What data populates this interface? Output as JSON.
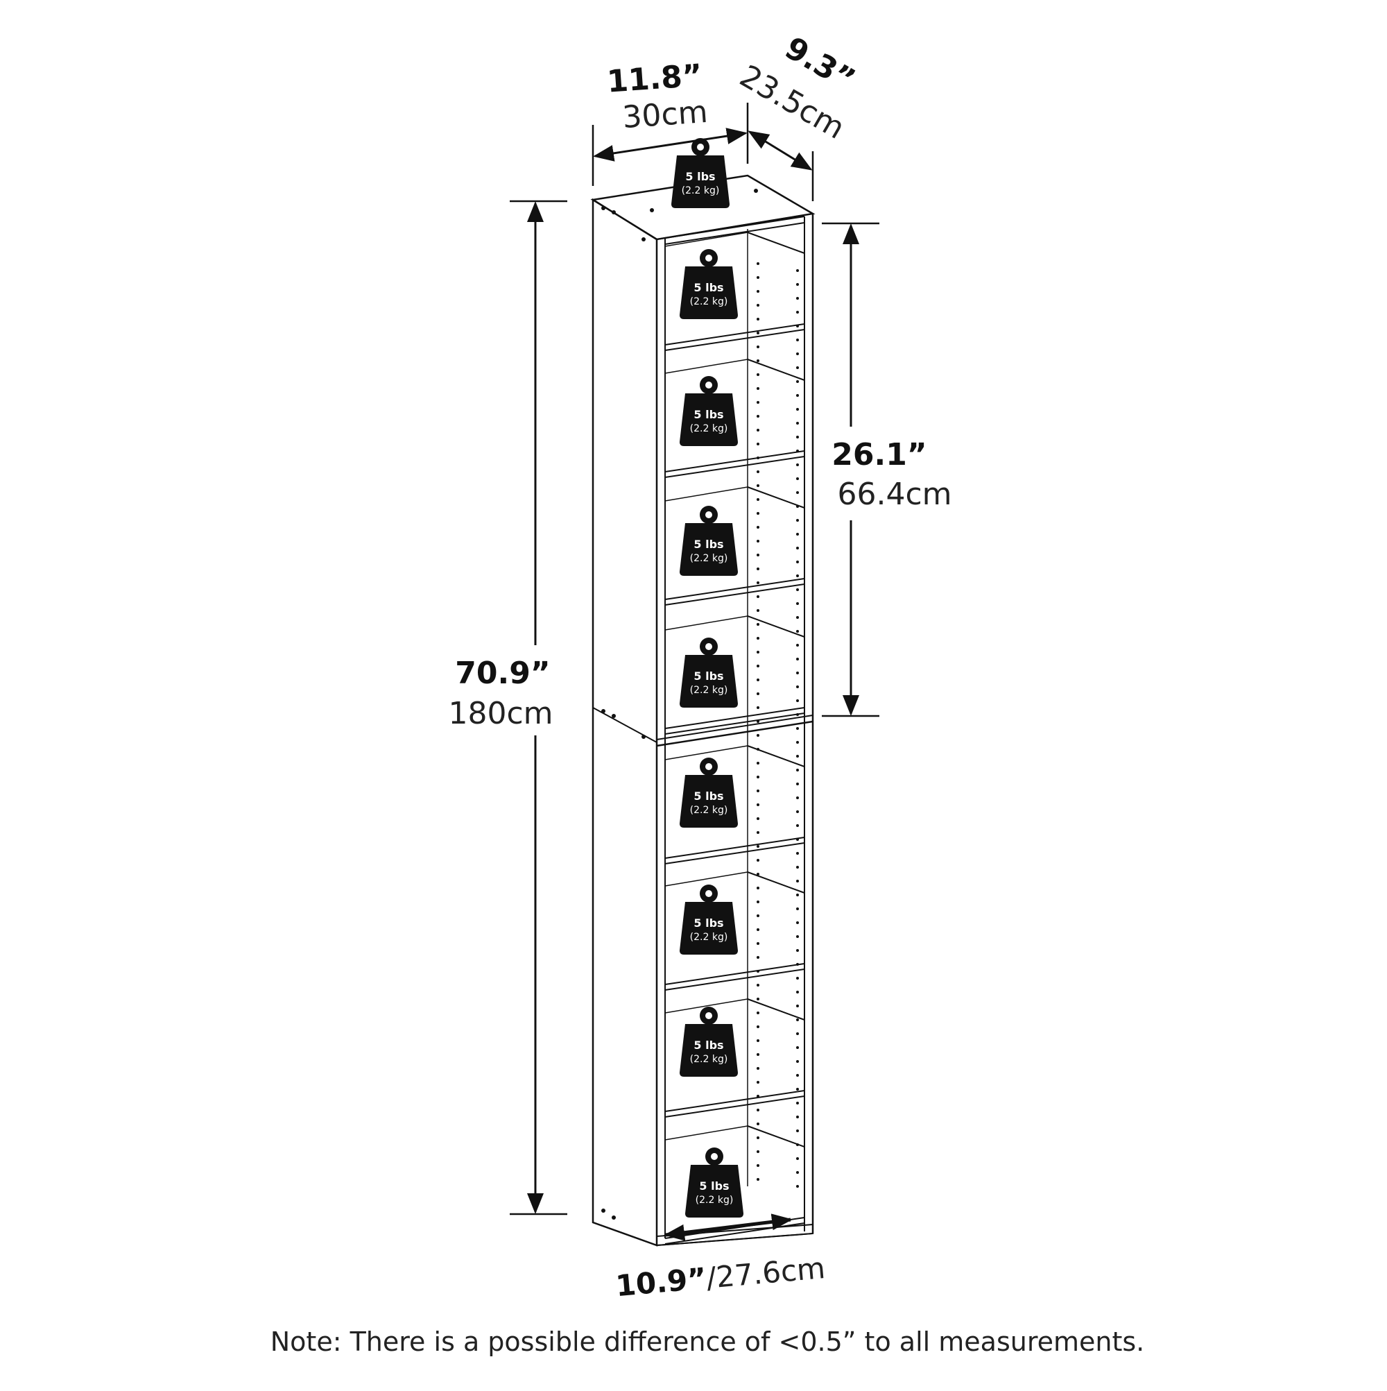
{
  "dimensions": {
    "width_top": {
      "in": "11.8”",
      "cm": "30cm"
    },
    "depth": {
      "in": "9.3”",
      "cm": "23.5cm"
    },
    "height": {
      "in": "70.9”",
      "cm": "180cm"
    },
    "compartment": {
      "in": "26.1”",
      "cm": "66.4cm"
    },
    "inner_width": {
      "in": "10.9”",
      "sep": "/",
      "cm": "27.6cm"
    }
  },
  "weight_tag": {
    "lbs": "5 lbs",
    "kg": "(2.2 kg)",
    "icon": "weight-icon"
  },
  "shelf_count": 9,
  "note": "Note: There is a possible difference of <0.5” to all measurements.",
  "colors": {
    "ink": "#111111",
    "background": "#ffffff"
  }
}
